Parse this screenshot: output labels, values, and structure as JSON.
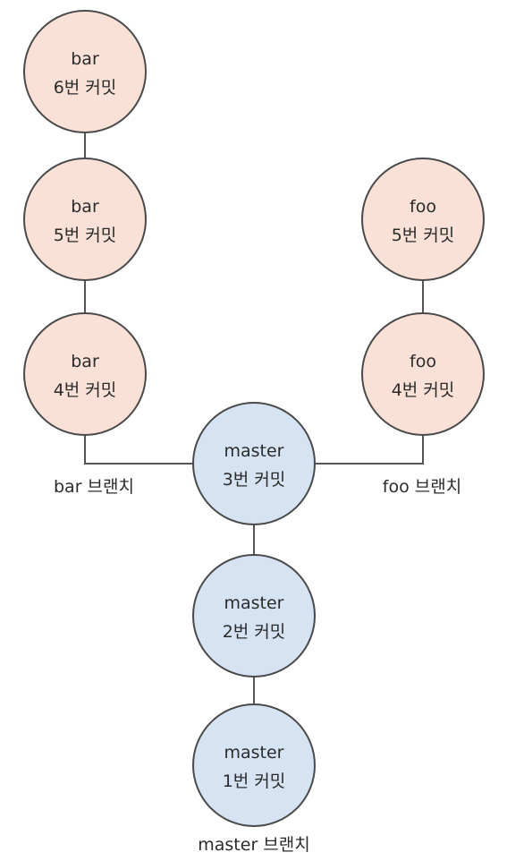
{
  "colors": {
    "feature_fill": "#f9e1d8",
    "master_fill": "#d6e3f3",
    "stroke": "#4a4a4a"
  },
  "nodes": [
    {
      "id": "bar-6",
      "branch": "bar",
      "line1": "bar",
      "line2": "6번 커밋"
    },
    {
      "id": "bar-5",
      "branch": "bar",
      "line1": "bar",
      "line2": "5번 커밋"
    },
    {
      "id": "bar-4",
      "branch": "bar",
      "line1": "bar",
      "line2": "4번 커밋"
    },
    {
      "id": "foo-5",
      "branch": "foo",
      "line1": "foo",
      "line2": "5번 커밋"
    },
    {
      "id": "foo-4",
      "branch": "foo",
      "line1": "foo",
      "line2": "4번 커밋"
    },
    {
      "id": "master-3",
      "branch": "master",
      "line1": "master",
      "line2": "3번 커밋"
    },
    {
      "id": "master-2",
      "branch": "master",
      "line1": "master",
      "line2": "2번 커밋"
    },
    {
      "id": "master-1",
      "branch": "master",
      "line1": "master",
      "line2": "1번 커밋"
    }
  ],
  "edges": [
    {
      "from": "bar-6",
      "to": "bar-5"
    },
    {
      "from": "bar-5",
      "to": "bar-4"
    },
    {
      "from": "foo-5",
      "to": "foo-4"
    },
    {
      "from": "bar-4",
      "to": "master-3"
    },
    {
      "from": "foo-4",
      "to": "master-3"
    },
    {
      "from": "master-3",
      "to": "master-2"
    },
    {
      "from": "master-2",
      "to": "master-1"
    }
  ],
  "branch_labels": {
    "bar": "bar 브랜치",
    "foo": "foo 브랜치",
    "master": "master 브랜치"
  }
}
